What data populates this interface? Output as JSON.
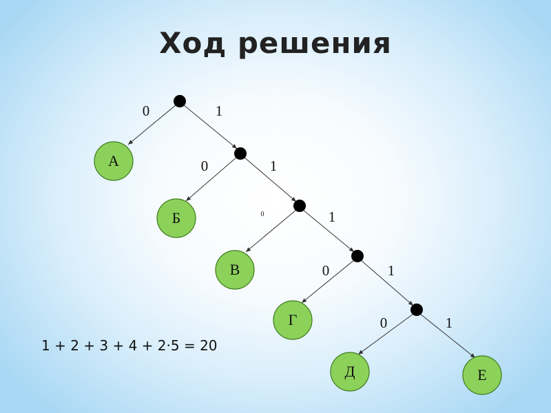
{
  "title": "Ход решения",
  "formula": "1 + 2 + 3 + 4 + 2·5 = 20",
  "tree": {
    "leaves": [
      "А",
      "Б",
      "В",
      "Г",
      "Д",
      "Е"
    ],
    "edge_labels": {
      "left": [
        "0",
        "0",
        "0",
        "0",
        "0"
      ],
      "right": [
        "1",
        "1",
        "1",
        "1",
        "1"
      ]
    }
  },
  "colors": {
    "leaf_fill": "#8cd15a",
    "leaf_stroke": "#3e7b1e",
    "node": "#000000"
  }
}
